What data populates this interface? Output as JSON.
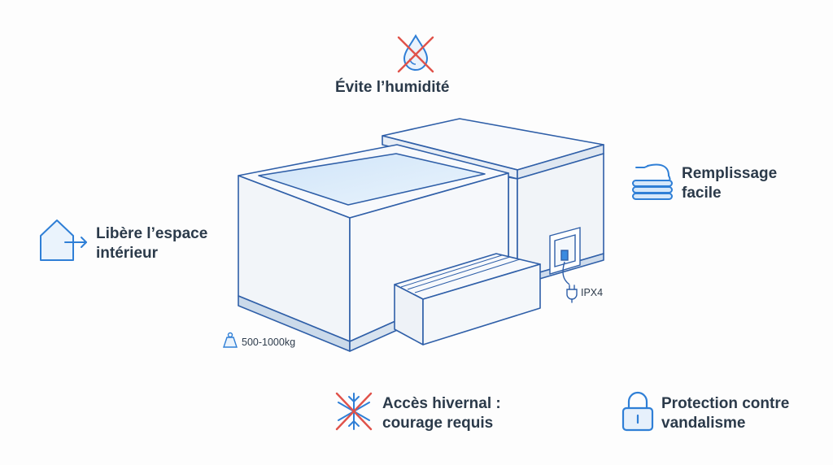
{
  "features": {
    "humidity": {
      "label": "Évite l’humidité",
      "icon": "no-water-drop-icon"
    },
    "filling": {
      "line1": "Remplissage",
      "line2": "facile",
      "icon": "coiled-hose-icon"
    },
    "space": {
      "line1": "Libère l’espace",
      "line2": "intérieur",
      "icon": "house-exit-arrow-icon"
    },
    "winter": {
      "line1": "Accès hivernal :",
      "line2": "courage requis",
      "icon": "crossed-snowflake-icon"
    },
    "vandalism": {
      "line1": "Protection contre",
      "line2": "vandalisme",
      "icon": "padlock-icon"
    }
  },
  "specs": {
    "weight": {
      "label": "500-1000kg",
      "icon": "weight-icon"
    },
    "ip": {
      "label": "IPX4",
      "icon": "plug-icon"
    }
  },
  "colors": {
    "accent_blue": "#2f7fd6",
    "cross_red": "#e0524a",
    "outline": "#2f5fa8",
    "text": "#2b3a4a"
  }
}
